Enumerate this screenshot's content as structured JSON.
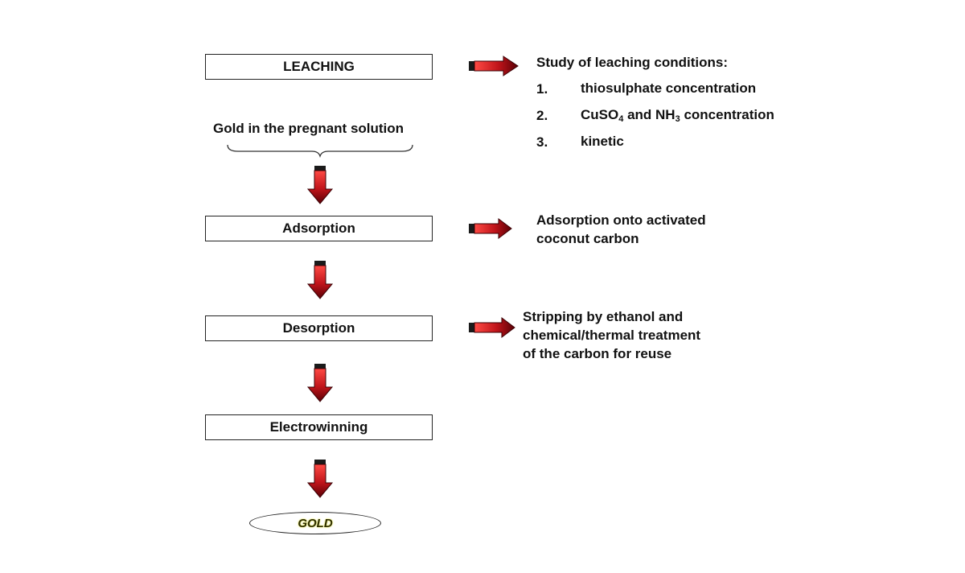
{
  "flow_steps": {
    "leaching": "LEACHING",
    "pregnant_solution": "Gold in the pregnant solution",
    "adsorption": "Adsorption",
    "desorption": "Desorption",
    "electrowinning": "Electrowinning",
    "gold": "GOLD"
  },
  "notes": {
    "leaching": {
      "title": "Study of leaching conditions:",
      "items": [
        {
          "num": "1.",
          "text": "thiosulphate concentration"
        },
        {
          "num": "2.",
          "text_parts": [
            "CuSO",
            "4",
            " and NH",
            "3",
            " concentration"
          ]
        },
        {
          "num": "3.",
          "text": "kinetic"
        }
      ]
    },
    "adsorption": [
      "Adsorption onto activated",
      "coconut carbon"
    ],
    "desorption": [
      "Stripping by ethanol and",
      "chemical/thermal treatment",
      "of the carbon for reuse"
    ]
  },
  "colors": {
    "arrow_red": "#c0141a",
    "arrow_dark": "#5a0006",
    "gold_glow": "#e8e85a"
  }
}
